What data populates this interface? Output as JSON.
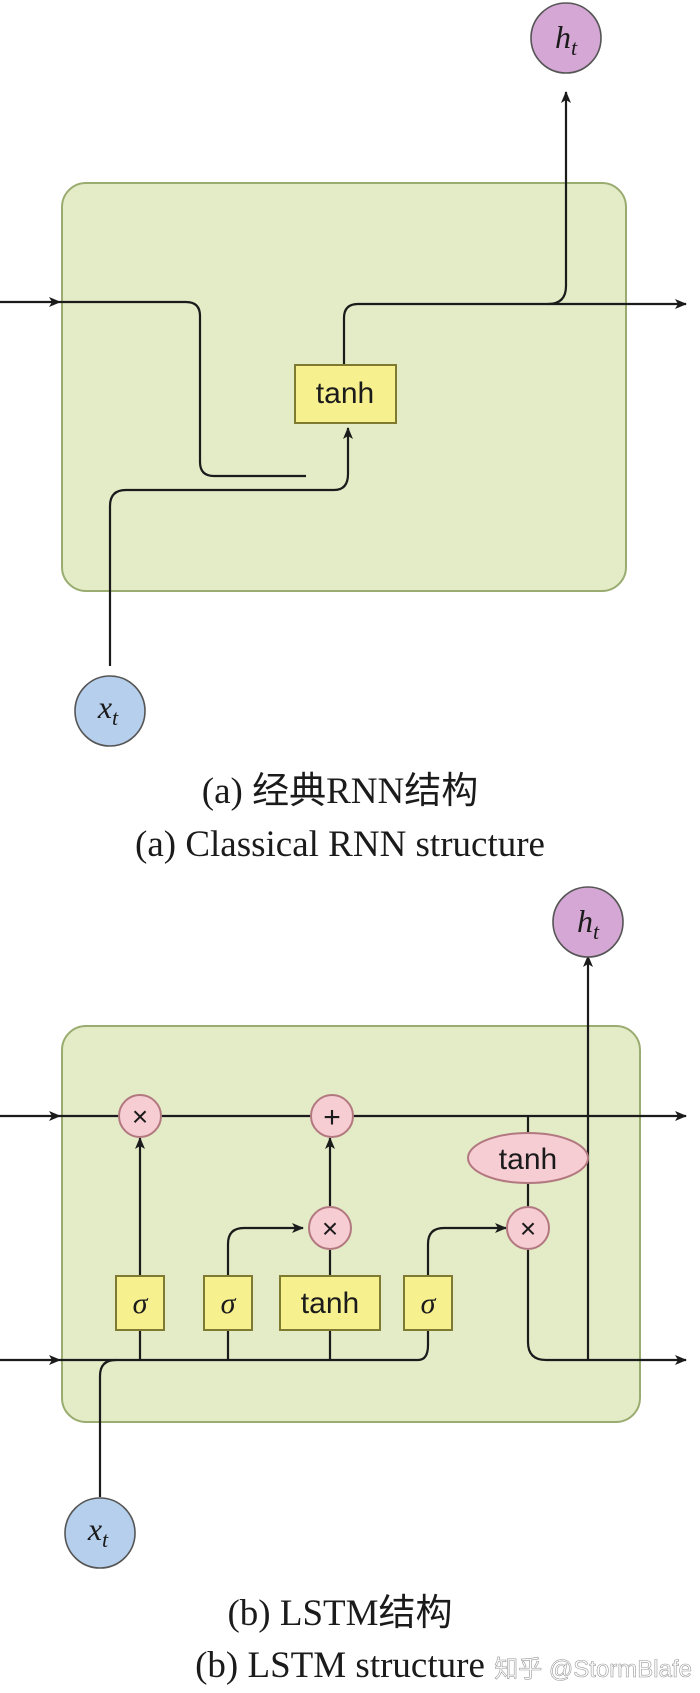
{
  "rnn": {
    "tanh_label": "tanh",
    "output_label": "h",
    "output_sub": "t",
    "input_label": "x",
    "input_sub": "t",
    "caption_cn": "(a) 经典RNN结构",
    "caption_en": "(a) Classical RNN structure"
  },
  "lstm": {
    "sigma_label": "σ",
    "tanh_label": "tanh",
    "times_label": "×",
    "plus_label": "+",
    "output_label": "h",
    "output_sub": "t",
    "input_label": "x",
    "input_sub": "t",
    "caption_cn": "(b) LSTM结构",
    "caption_en": "(b) LSTM structure"
  },
  "watermark": "知乎 @StormBlafe",
  "colors": {
    "cell_fill": "#e3ebc7",
    "cell_stroke": "#9aac6f",
    "gate_fill": "#f6f08f",
    "gate_stroke": "#7e7a2f",
    "op_fill": "#f7cdd4",
    "op_stroke": "#b2787f",
    "output_fill": "#d4a7d4",
    "input_fill": "#b6cfec",
    "line": "#1b1b1b"
  }
}
